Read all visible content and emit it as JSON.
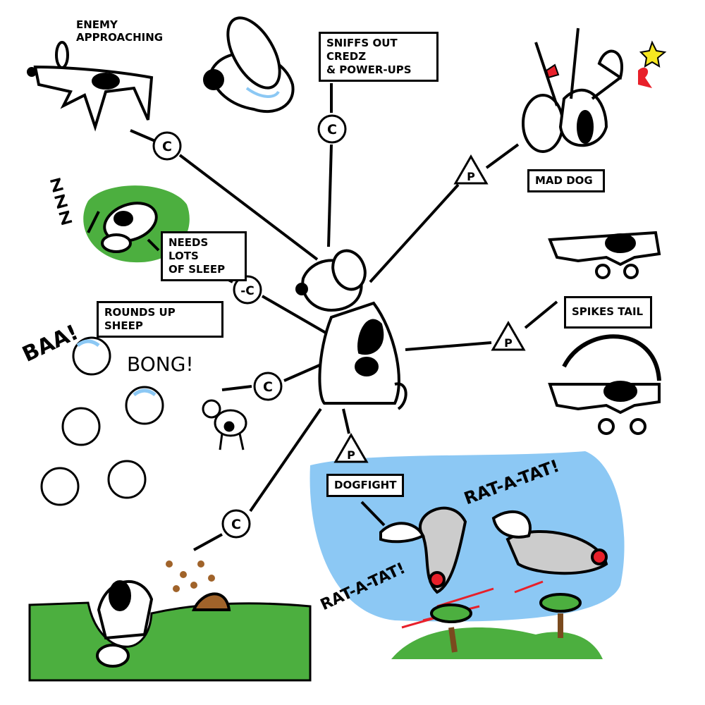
{
  "labels": {
    "enemy": [
      "ENEMY",
      "APPROACHING"
    ],
    "sniffs": [
      "SNIFFS OUT CREDZ",
      "& POWER-UPS"
    ],
    "mad_dog": "MAD DOG",
    "sleep": [
      "NEEDS LOTS",
      "OF SLEEP"
    ],
    "sheep": "ROUNDS UP SHEEP",
    "spikes": "SPIKES TAIL",
    "dogfight": "DOGFIGHT"
  },
  "sound_effects": {
    "zzz": "Z Z Z",
    "baa": "BAA!",
    "bong": "BONG!",
    "ratatat_1": "RAT-A-TAT!",
    "ratatat_2": "RAT-A-TAT!"
  },
  "nodes": {
    "enemy": "C",
    "sniffs": "C",
    "mad_dog": "P",
    "sleep": "-C",
    "sheep": "C",
    "spikes": "P",
    "dogfight": "P",
    "dig": "C"
  },
  "colors": {
    "grass": "#4caf3f",
    "sky": "#8cc8f4",
    "ink": "#000000",
    "red": "#e8202a"
  }
}
